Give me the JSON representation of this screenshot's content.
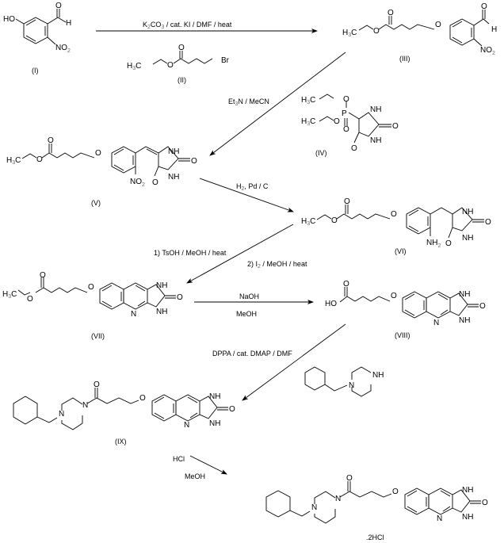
{
  "scheme": {
    "compounds": [
      {
        "id": "I",
        "label": "(I)"
      },
      {
        "id": "II",
        "label": "(II)"
      },
      {
        "id": "III",
        "label": "(III)"
      },
      {
        "id": "IV",
        "label": "(IV)"
      },
      {
        "id": "V",
        "label": "(V)"
      },
      {
        "id": "VI",
        "label": "(VI)"
      },
      {
        "id": "VII",
        "label": "(VII)"
      },
      {
        "id": "VIII",
        "label": "(VIII)"
      },
      {
        "id": "IX",
        "label": "(IX)"
      }
    ],
    "salt_label": ".2HCl",
    "atoms": {
      "HO": "HO",
      "O": "O",
      "H": "H",
      "NO": "NO",
      "two": "2",
      "three": "3",
      "H3C_H": "H",
      "C": "C",
      "Br": "Br",
      "P": "P",
      "N": "N",
      "NH": "NH",
      "OH_acid": "HO",
      "NH2": "NH"
    },
    "reactions": [
      {
        "step": 1,
        "reagents_main": "K",
        "reagents_sub": "2",
        "reagents_mid": "CO",
        "reagents_sub2": "3",
        "reagents_tail": " / cat. KI / DMF / heat"
      },
      {
        "step": 2,
        "reagents_main": "Et",
        "reagents_sub": "3",
        "reagents_tail": "N / MeCN"
      },
      {
        "step": 3,
        "reagents_main": "H",
        "reagents_sub": "2",
        "reagents_tail": ", Pd / C"
      },
      {
        "step": 4,
        "line1": "1) TsOH / MeOH / heat",
        "line2_main": "2) I",
        "line2_sub": "2",
        "line2_tail": " / MeOH / heat"
      },
      {
        "step": 5,
        "line1": "NaOH",
        "line2": "MeOH"
      },
      {
        "step": 6,
        "line1": "DPPA / cat. DMAP / DMF"
      },
      {
        "step": 7,
        "line1": "HCl",
        "line2": "MeOH"
      }
    ]
  }
}
